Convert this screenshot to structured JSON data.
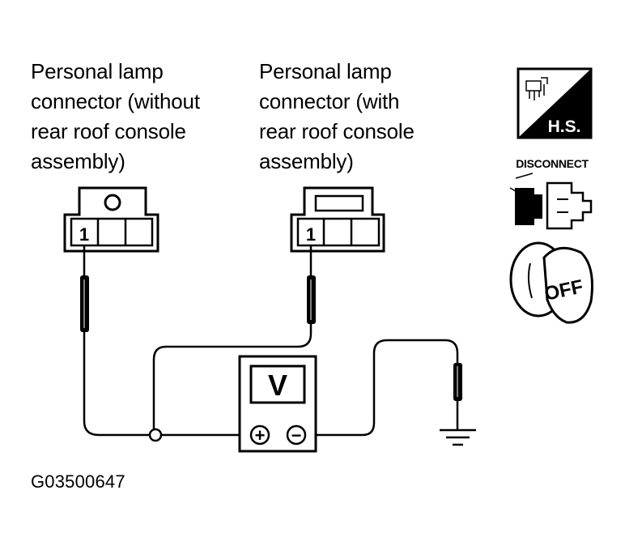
{
  "left_connector": {
    "label_lines": [
      "Personal lamp",
      "connector (without",
      "rear roof console",
      "assembly)"
    ],
    "terminal": "1"
  },
  "right_connector": {
    "label_lines": [
      "Personal lamp",
      "connector (with",
      "rear roof console",
      "assembly)"
    ],
    "terminal": "1"
  },
  "meter": {
    "display": "V",
    "positive_symbol": "+",
    "negative_symbol": "−"
  },
  "icons": {
    "hs_label": "H.S.",
    "disconnect_label": "DISCONNECT",
    "ignition_label": "OFF"
  },
  "figure_code": "G03500647"
}
